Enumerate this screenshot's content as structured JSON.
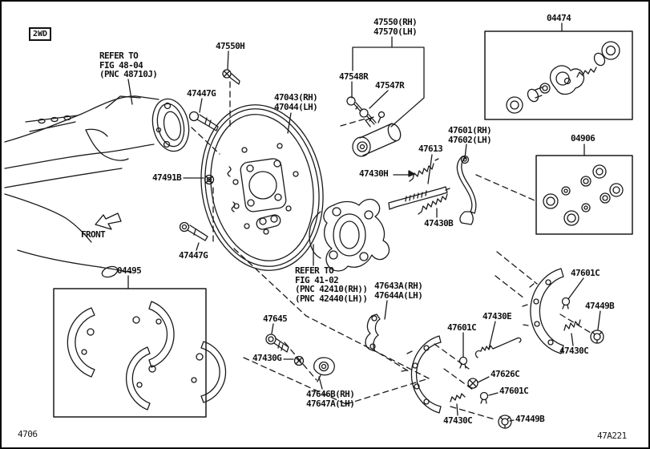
{
  "meta": {
    "badge": "2WD",
    "front": "FRONT",
    "code_left": "4706",
    "code_right": "47A221"
  },
  "notes": {
    "fig4804": [
      "REFER TO",
      "FIG 48-04",
      "(PNC 48710J)"
    ],
    "fig4102": [
      "REFER TO",
      "FIG 41-02",
      "(PNC 42410(RH))",
      "(PNC 42440(LH))"
    ]
  },
  "kits": {
    "wheel_cylinder_kit": "04474",
    "seal_kit": "04906",
    "shoe_kit": "04495"
  },
  "parts": {
    "p47550h": "47550H",
    "p47550": "47550(RH)",
    "p47570": "47570(LH)",
    "p47548r": "47548R",
    "p47547r": "47547R",
    "p47043": "47043(RH)",
    "p47044": "47044(LH)",
    "p47447g": "47447G",
    "p47491b": "47491B",
    "p47601": "47601(RH)",
    "p47602": "47602(LH)",
    "p47613": "47613",
    "p47430h": "47430H",
    "p47430b": "47430B",
    "p47643a": "47643A(RH)",
    "p47644a": "47644A(LH)",
    "p47645": "47645",
    "p47430g": "47430G",
    "p47646b": "47646B(RH)",
    "p47647a": "47647A(LH)",
    "p47601c": "47601C",
    "p47449b": "47449B",
    "p47430c": "47430C",
    "p47430e": "47430E",
    "p47626c": "47626C"
  }
}
